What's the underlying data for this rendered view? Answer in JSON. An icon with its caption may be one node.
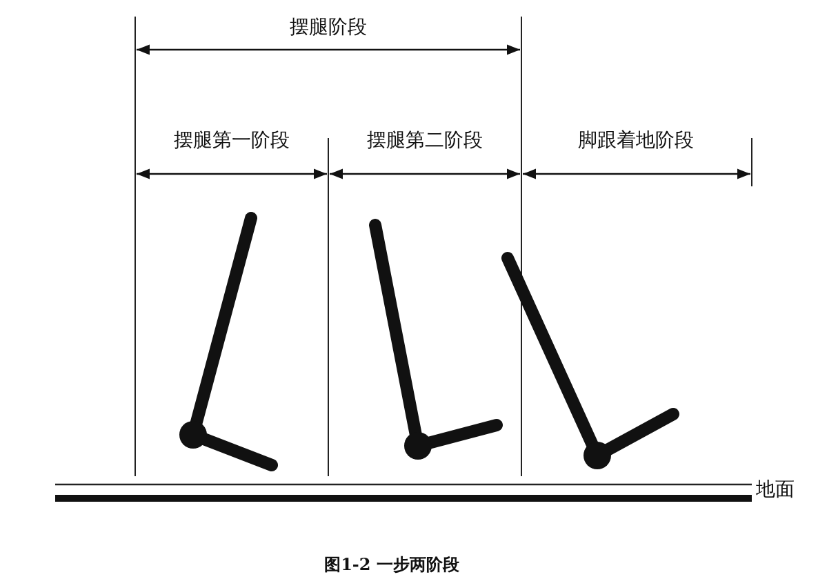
{
  "diagram": {
    "caption": "图1-2 一步两阶段",
    "labels": [
      "摆腿阶段",
      "摆腿第一阶段",
      "摆腿第二阶段",
      "脚跟着地阶段",
      "地面"
    ]
  }
}
